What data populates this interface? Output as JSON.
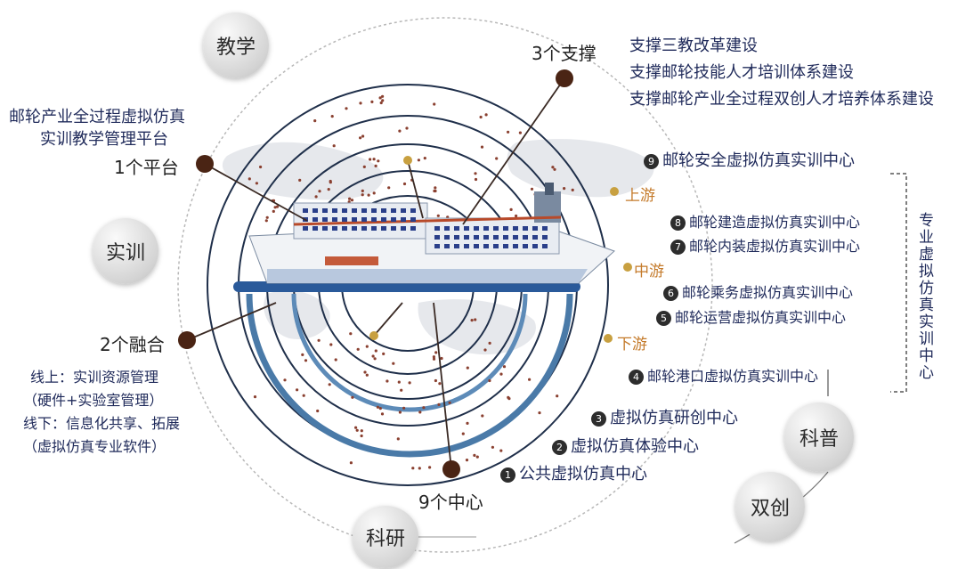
{
  "circles": {
    "teaching": "教学",
    "training": "实训",
    "research": "科研",
    "science": "科普",
    "innovation": "双创"
  },
  "platform": {
    "title_line1": "邮轮产业全过程虚拟仿真",
    "title_line2": "实训教学管理平台",
    "label": "1个平台"
  },
  "supports": {
    "label": "3个支撑",
    "items": [
      "支撑三教改革建设",
      "支撑邮轮技能人才培训体系建设",
      "支撑邮轮产业全过程双创人才培养体系建设"
    ]
  },
  "fusion": {
    "label": "2个融合",
    "lines": [
      "线上：实训资源管理",
      "（硬件+实验室管理）",
      "线下：信息化共享、拓展",
      "（虚拟仿真专业软件）"
    ]
  },
  "centers_label": "9个中心",
  "stream": {
    "up": "上游",
    "mid": "中游",
    "down": "下游"
  },
  "special_centers_label": "专业虚拟仿真实训中心",
  "centers": [
    {
      "num": "9",
      "text": "邮轮安全虚拟仿真实训中心"
    },
    {
      "num": "8",
      "text": "邮轮建造虚拟仿真实训中心"
    },
    {
      "num": "7",
      "text": "邮轮内装虚拟仿真实训中心"
    },
    {
      "num": "6",
      "text": "邮轮乘务虚拟仿真实训中心"
    },
    {
      "num": "5",
      "text": "邮轮运营虚拟仿真实训中心"
    },
    {
      "num": "4",
      "text": "邮轮港口虚拟仿真实训中心"
    },
    {
      "num": "3",
      "text": "虚拟仿真研创中心"
    },
    {
      "num": "2",
      "text": "虚拟仿真体验中心"
    },
    {
      "num": "1",
      "text": "公共虚拟仿真中心"
    }
  ],
  "colors": {
    "accent": "#c47a2a",
    "ring": "#1f2f4a",
    "node": "#4a2414",
    "text": "#1f2a5a"
  }
}
